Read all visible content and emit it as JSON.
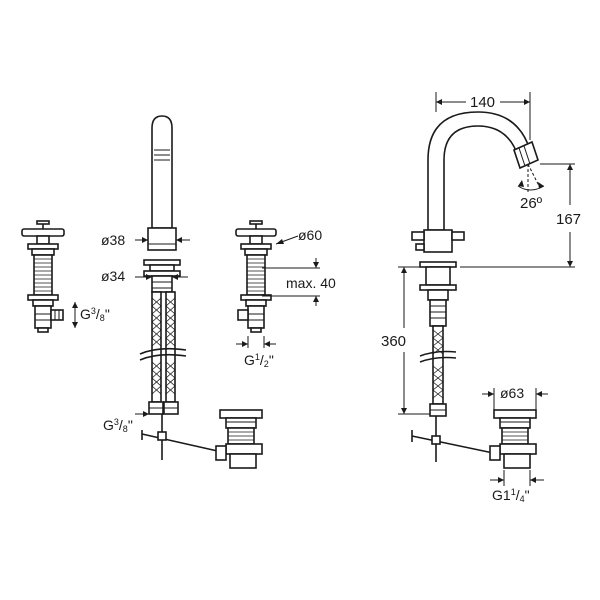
{
  "dimensions": {
    "d38": "ø38",
    "d34": "ø34",
    "d60": "ø60",
    "max40": "max. 40",
    "g38_left_base": "G",
    "g38_left_num": "3",
    "g38_left_den": "8",
    "g38_left_unit": "\"",
    "g12_base": "G",
    "g12_num": "1",
    "g12_den": "2",
    "g12_unit": "\"",
    "g38_mid_base": "G",
    "g38_mid_num": "3",
    "g38_mid_den": "8",
    "g38_mid_unit": "\"",
    "w140": "140",
    "angle26": "26º",
    "h167": "167",
    "h360": "360",
    "d63": "ø63",
    "g114_base": "G1",
    "g114_num": "1",
    "g114_den": "4",
    "g114_unit": "\""
  }
}
